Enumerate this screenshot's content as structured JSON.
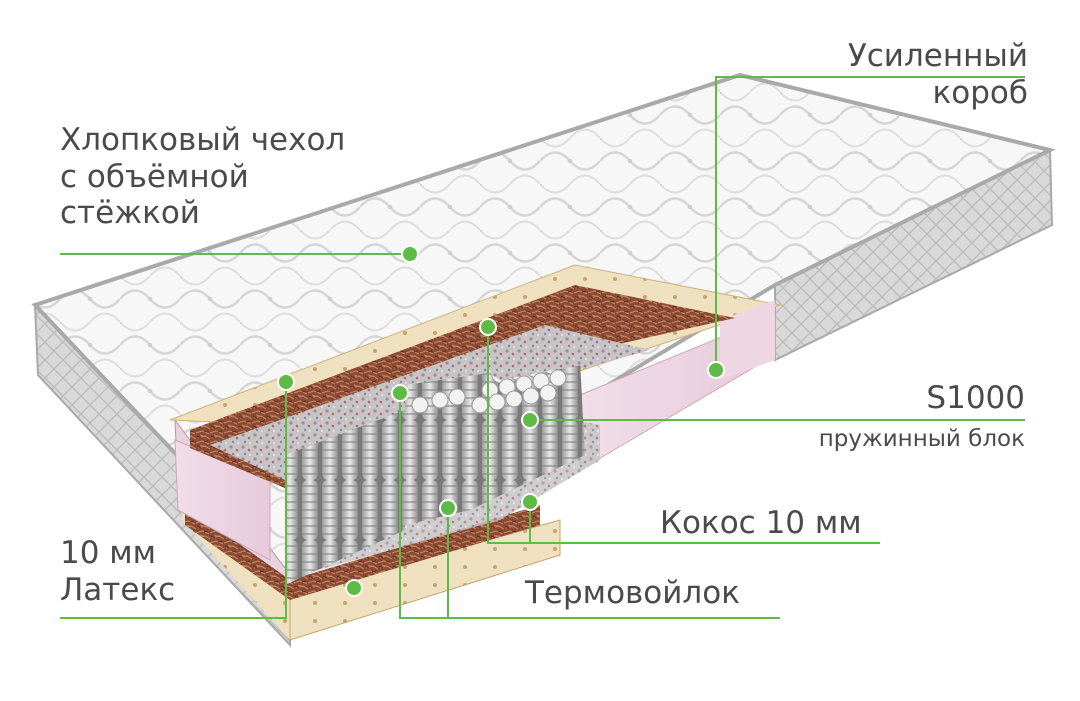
{
  "accent_color": "#5dbb46",
  "labels": {
    "cover": [
      "Хлопковый чехол",
      "с объёмной",
      "стёжкой"
    ],
    "box": [
      "Усиленный",
      "короб"
    ],
    "spring_title": "S1000",
    "spring_sub": "пружинный блок",
    "coconut": "Кокос 10 мм",
    "felt": "Термовойлок",
    "latex": [
      "10 мм",
      "Латекс"
    ]
  }
}
